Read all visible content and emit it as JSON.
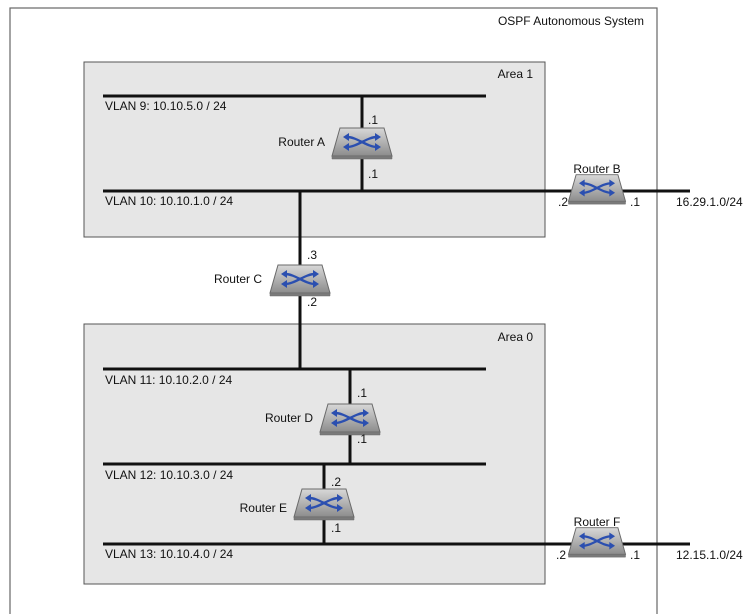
{
  "system_title": "OSPF Autonomous System",
  "areas": [
    {
      "id": "area1",
      "label": "Area 1"
    },
    {
      "id": "area0",
      "label": "Area 0"
    }
  ],
  "vlans": [
    {
      "id": "vlan9",
      "label": "VLAN 9: 10.10.5.0 / 24"
    },
    {
      "id": "vlan10",
      "label": "VLAN 10: 10.10.1.0 / 24"
    },
    {
      "id": "vlan11",
      "label": "VLAN 11: 10.10.2.0 / 24"
    },
    {
      "id": "vlan12",
      "label": "VLAN 12: 10.10.3.0 / 24"
    },
    {
      "id": "vlan13",
      "label": "VLAN 13: 10.10.4.0 / 24"
    }
  ],
  "routers": [
    {
      "id": "a",
      "label": "Router A"
    },
    {
      "id": "b",
      "label": "Router B"
    },
    {
      "id": "c",
      "label": "Router C"
    },
    {
      "id": "d",
      "label": "Router D"
    },
    {
      "id": "e",
      "label": "Router E"
    },
    {
      "id": "f",
      "label": "Router F"
    }
  ],
  "external_networks": [
    {
      "id": "net-b",
      "label": "16.29.1.0/24"
    },
    {
      "id": "net-f",
      "label": "12.15.1.0/24"
    }
  ],
  "interface_labels": {
    "a_top": ".1",
    "a_bottom": ".1",
    "b_left": ".2",
    "b_right": ".1",
    "c_top": ".3",
    "c_bottom": ".2",
    "d_top": ".1",
    "d_bottom": ".1",
    "e_top": ".2",
    "e_bottom": ".1",
    "f_left": ".2",
    "f_right": ".1"
  },
  "colors": {
    "area_fill": "#e6e6e6",
    "router_body": "#9a9a9a",
    "router_top": "#d4d4d4",
    "router_arrows": "#2b4fb0"
  }
}
